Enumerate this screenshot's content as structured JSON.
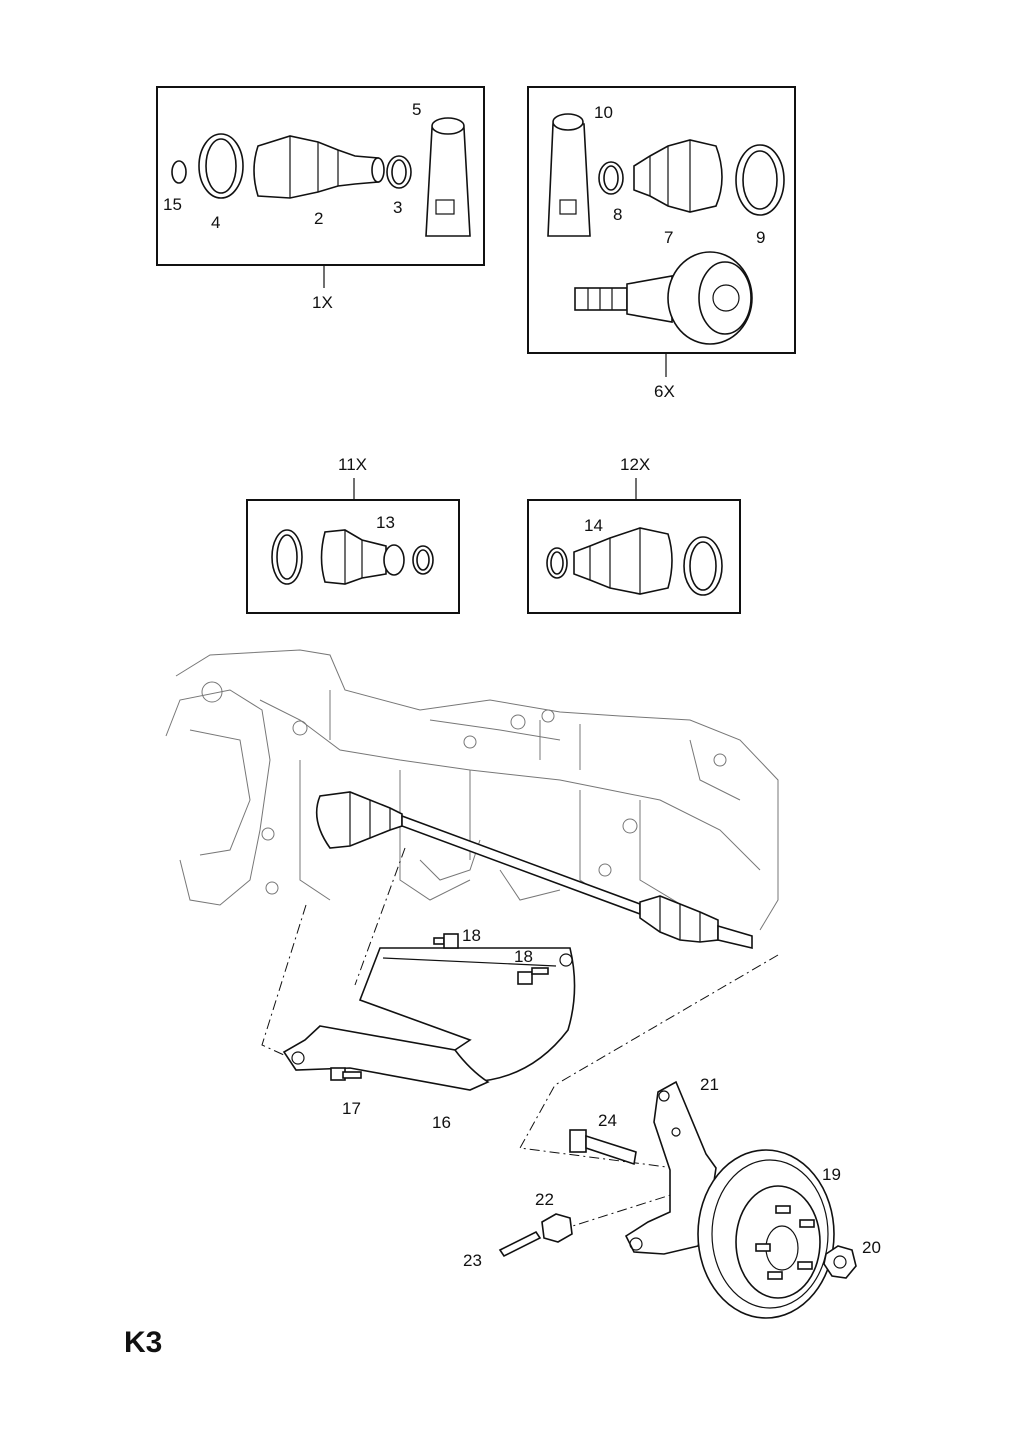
{
  "page_code": "K3",
  "groups": {
    "g1": "1X",
    "g6": "6X",
    "g11": "11X",
    "g12": "12X"
  },
  "callouts": {
    "p2": "2",
    "p3": "3",
    "p4": "4",
    "p5": "5",
    "p7": "7",
    "p8": "8",
    "p9": "9",
    "p10": "10",
    "p13": "13",
    "p14": "14",
    "p15": "15",
    "p16": "16",
    "p17": "17",
    "p18a": "18",
    "p18b": "18",
    "p19": "19",
    "p20": "20",
    "p21": "21",
    "p22": "22",
    "p23": "23",
    "p24": "24"
  }
}
